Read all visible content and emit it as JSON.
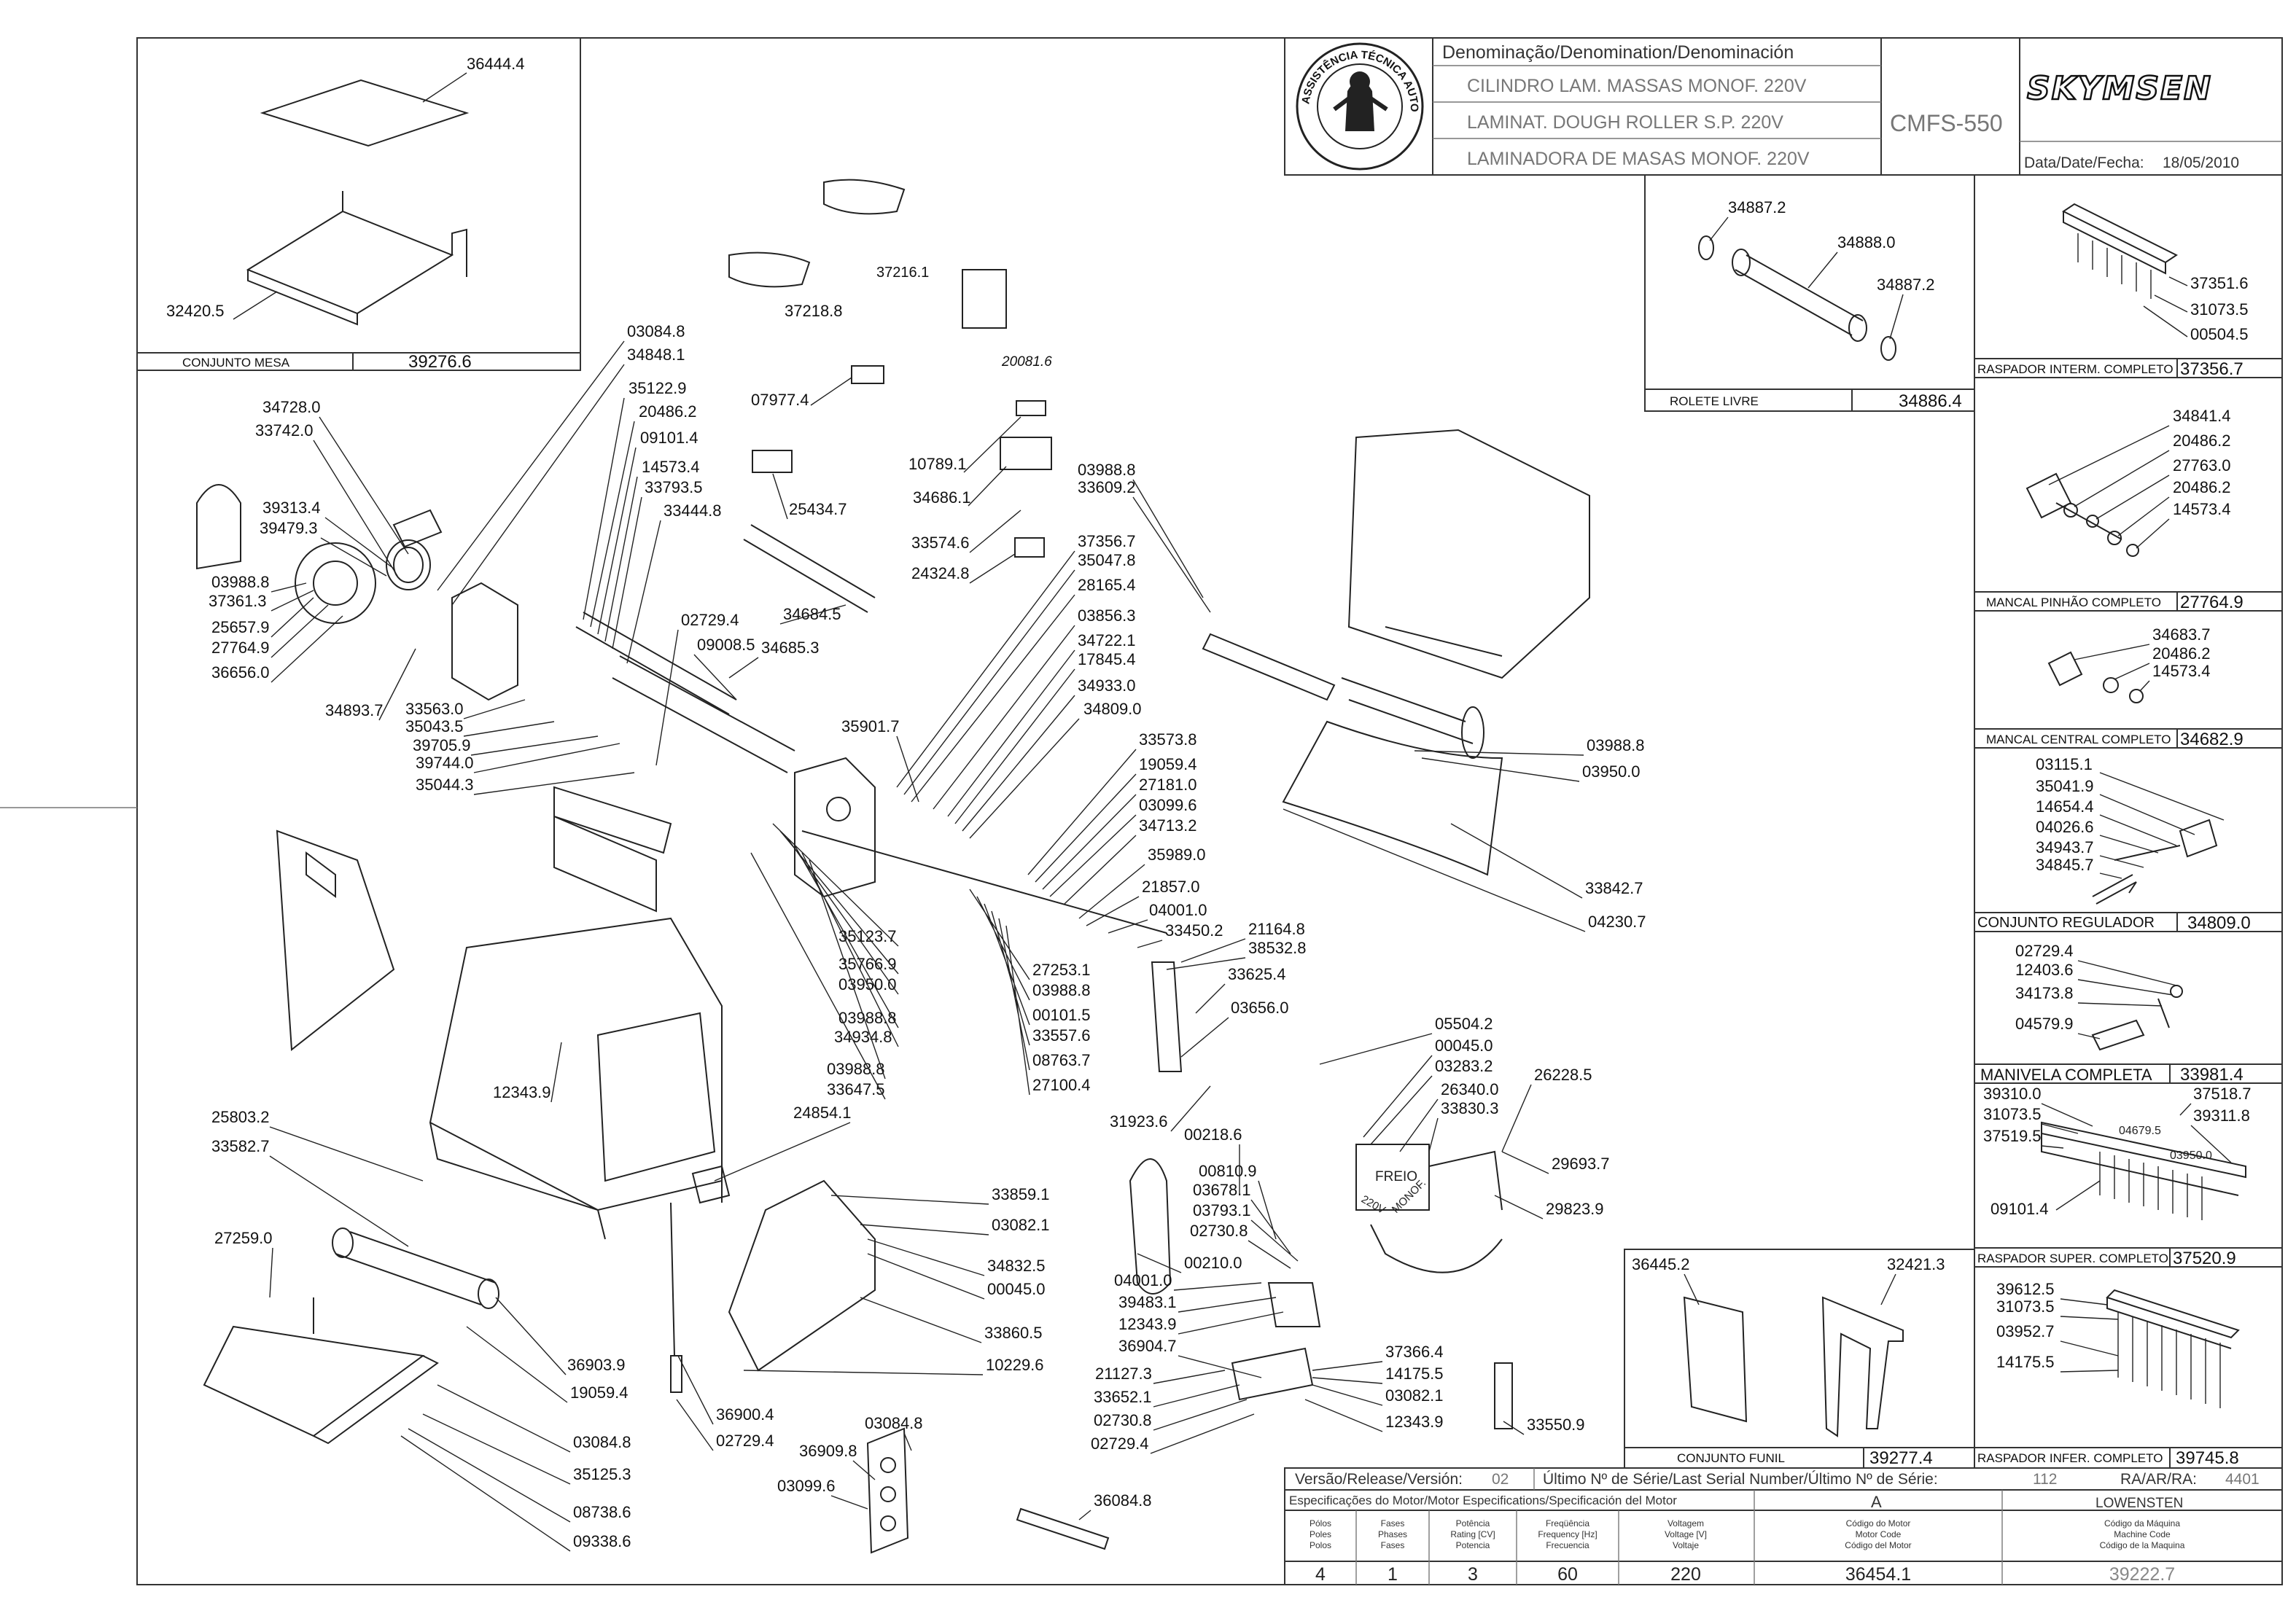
{
  "header": {
    "denomination_heading": "Denominação/Denomination/Denominación",
    "name_pt": "CILINDRO LAM. MASSAS MONOF. 220V",
    "name_en": "LAMINAT. DOUGH ROLLER S.P. 220V",
    "name_es": "LAMINADORA DE MASAS MONOF. 220V",
    "model": "CMFS-550",
    "brand": "SKYMSEN",
    "date_label": "Data/Date/Fecha:",
    "date_value": "18/05/2010",
    "seal_text": "ASSISTÊNCIA TÉCNICA AUTORIZADA",
    "seal_icon": "technician-seal-icon"
  },
  "boxes": [
    {
      "id": "mesa",
      "caption": "CONJUNTO MESA",
      "code": "39276.6",
      "parts": [
        "36444.4",
        "32420.5"
      ]
    },
    {
      "id": "rolete",
      "caption": "ROLETE LIVRE",
      "code": "34886.4",
      "parts": [
        "34887.2",
        "34888.0",
        "34887.2"
      ]
    },
    {
      "id": "rasp-interm",
      "caption": "RASPADOR INTERM. COMPLETO",
      "code": "37356.7",
      "parts": [
        "37351.6",
        "31073.5",
        "00504.5"
      ]
    },
    {
      "id": "mancal-pinhao",
      "caption": "MANCAL PINHÃO COMPLETO",
      "code": "27764.9",
      "parts": [
        "34841.4",
        "20486.2",
        "27763.0",
        "20486.2",
        "14573.4"
      ]
    },
    {
      "id": "mancal-central",
      "caption": "MANCAL CENTRAL COMPLETO",
      "code": "34682.9",
      "parts": [
        "34683.7",
        "20486.2",
        "14573.4"
      ]
    },
    {
      "id": "regulador",
      "caption": "CONJUNTO REGULADOR",
      "code": "34809.0",
      "parts": [
        "03115.1",
        "35041.9",
        "14654.4",
        "04026.6",
        "34943.7",
        "34845.7"
      ]
    },
    {
      "id": "manivela",
      "caption": "MANIVELA COMPLETA",
      "code": "33981.4",
      "parts": [
        "02729.4",
        "12403.6",
        "34173.8",
        "04579.9"
      ]
    },
    {
      "id": "rasp-super",
      "caption": "RASPADOR SUPER. COMPLETO",
      "code": "37520.9",
      "parts": [
        "39310.0",
        "31073.5",
        "37519.5",
        "09101.4",
        "37518.7",
        "39311.8",
        "04679.5",
        "03950.0"
      ]
    },
    {
      "id": "rasp-infer",
      "caption": "RASPADOR INFER. COMPLETO",
      "code": "39745.8",
      "parts": [
        "39612.5",
        "31073.5",
        "03952.7",
        "14175.5"
      ]
    },
    {
      "id": "funil",
      "caption": "CONJUNTO FUNIL",
      "code": "39277.4",
      "parts": [
        "36445.2",
        "32421.3"
      ]
    }
  ],
  "callouts_left": [
    "34728.0",
    "33742.0",
    "39313.4",
    "39479.3",
    "03988.8",
    "37361.3",
    "25657.9",
    "27764.9",
    "36656.0",
    "34893.7"
  ],
  "callouts_upper": [
    "03084.8",
    "34848.1",
    "35122.9",
    "20486.2",
    "09101.4",
    "14573.4",
    "33793.5",
    "33444.8",
    "02729.4",
    "09008.5",
    "34684.5",
    "34685.3",
    "33563.0",
    "35043.5",
    "39705.9",
    "39744.0",
    "35044.3"
  ],
  "callouts_decals": [
    "37216.1",
    "37218.8",
    "20081.6",
    "07977.4",
    "10789.1",
    "34686.1",
    "25434.7",
    "33574.6",
    "24324.8"
  ],
  "callouts_center": [
    "03988.8",
    "33609.2",
    "37356.7",
    "35047.8",
    "28165.4",
    "03856.3",
    "34722.1",
    "17845.4",
    "34933.0",
    "34809.0",
    "35901.7",
    "33573.8",
    "19059.4",
    "27181.0",
    "03099.6",
    "34713.2",
    "35989.0",
    "21857.0",
    "04001.0",
    "33450.2",
    "21164.8",
    "38532.8",
    "33625.4",
    "03656.0",
    "35123.7",
    "35766.9",
    "03950.0",
    "03988.8",
    "34934.8",
    "03988.8",
    "33647.5",
    "24854.1",
    "27253.1",
    "03988.8",
    "00101.5",
    "33557.6",
    "08763.7",
    "27100.4"
  ],
  "callouts_hopper": [
    "03988.8",
    "03950.0",
    "33842.7",
    "04230.7"
  ],
  "callouts_electrical": [
    "05504.2",
    "00045.0",
    "03283.2",
    "26340.0",
    "33830.3",
    "26228.5",
    "29693.7",
    "29823.9",
    "31923.6",
    "00218.6",
    "00810.9",
    "03678.1",
    "03793.1",
    "02730.8",
    "00210.0",
    "04001.0",
    "39483.1",
    "12343.9",
    "36904.7",
    "21127.3",
    "33652.1",
    "02730.8",
    "02729.4",
    "37366.4",
    "14175.5",
    "03082.1",
    "12343.9",
    "33550.9"
  ],
  "callouts_lower": [
    "12343.9",
    "25803.2",
    "33582.7",
    "27259.0",
    "36903.9",
    "19059.4",
    "03084.8",
    "35125.3",
    "08738.6",
    "09338.6",
    "36900.4",
    "02729.4",
    "33859.1",
    "03082.1",
    "34832.5",
    "00045.0",
    "33860.5",
    "10229.6",
    "03084.8",
    "36909.8",
    "03099.6",
    "36084.8"
  ],
  "motor_box": {
    "label1": "FREIO",
    "label2": "220V",
    "label3": "MONOF."
  },
  "release": {
    "version_label": "Versão/Release/Versión:",
    "version": "02",
    "serial_label": "Último Nº de Série/Last Serial Number/Último Nº de Série:",
    "serial": "112",
    "ra_label": "RA/AR/RA:",
    "ra": "4401"
  },
  "motor_specs": {
    "heading": "Especificações do Motor/Motor Especifications/Specificación del Motor",
    "variant": "A",
    "maker": "LOWENSTEN",
    "col_headers": [
      [
        "Pólos",
        "Poles",
        "Polos"
      ],
      [
        "Fases",
        "Phases",
        "Fases"
      ],
      [
        "Potência",
        "Rating [CV]",
        "Potencia"
      ],
      [
        "Freqüência",
        "Frequency [Hz]",
        "Frecuencia"
      ],
      [
        "Voltagem",
        "Voltage [V]",
        "Voltaje"
      ],
      [
        "Código do Motor",
        "Motor Code",
        "Código del Motor"
      ],
      [
        "Código da Máquina",
        "Machine Code",
        "Código de la Maquina"
      ]
    ],
    "values": [
      "4",
      "1",
      "3",
      "60",
      "220",
      "36454.1",
      "39222.7"
    ]
  }
}
